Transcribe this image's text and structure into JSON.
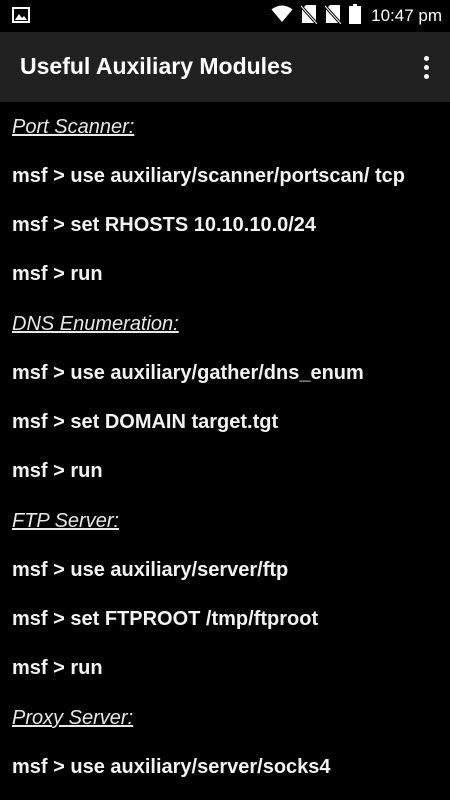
{
  "status_bar": {
    "time": "10:47 pm",
    "icons": [
      "image-notification-icon",
      "wifi-icon",
      "no-sim-icon",
      "no-sim-icon",
      "battery-icon"
    ]
  },
  "app_bar": {
    "title": "Useful Auxiliary Modules",
    "menu_icon": "overflow-menu-icon"
  },
  "colors": {
    "app_bar_bg": "#212121",
    "background": "#000000",
    "text": "#ffffff"
  },
  "sections": [
    {
      "heading": "Port Scanner:",
      "commands": [
        "msf > use auxiliary/scanner/portscan/ tcp",
        "msf > set RHOSTS 10.10.10.0/24",
        "msf > run"
      ]
    },
    {
      "heading": "DNS Enumeration:",
      "commands": [
        "msf > use auxiliary/gather/dns_enum",
        "msf > set DOMAIN target.tgt",
        "msf > run"
      ]
    },
    {
      "heading": "FTP Server:",
      "commands": [
        "msf > use auxiliary/server/ftp",
        "msf > set FTPROOT /tmp/ftproot",
        "msf > run"
      ]
    },
    {
      "heading": "Proxy Server:",
      "commands": [
        "msf > use auxiliary/server/socks4"
      ]
    }
  ]
}
